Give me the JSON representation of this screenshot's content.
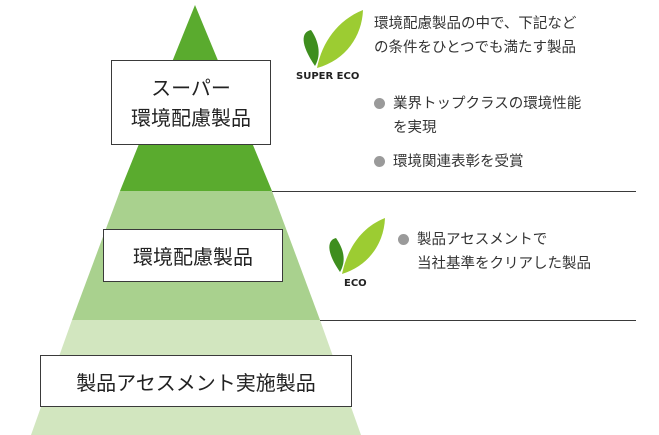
{
  "colors": {
    "tier1": "#5aab2e",
    "tier2": "#a9d18e",
    "tier3": "#d2e6bf",
    "leaf_dark": "#3e8e1e",
    "leaf_light": "#9ccc32"
  },
  "tiers": [
    {
      "label_lines": [
        "スーパー",
        "環境配慮製品"
      ],
      "logo_text": "SUPER ECO",
      "description_lines": [
        "環境配慮製品の中で、下記など",
        "の条件をひとつでも満たす製品"
      ],
      "bullets": [
        {
          "lines": [
            "業界トップクラスの環境性能",
            "を実現"
          ]
        },
        {
          "lines": [
            "環境関連表彰を受賞"
          ]
        }
      ]
    },
    {
      "label_lines": [
        "環境配慮製品"
      ],
      "logo_text": "ECO",
      "bullets": [
        {
          "lines": [
            "製品アセスメントで",
            "当社基準をクリアした製品"
          ]
        }
      ]
    },
    {
      "label_lines": [
        "製品アセスメント実施製品"
      ]
    }
  ]
}
